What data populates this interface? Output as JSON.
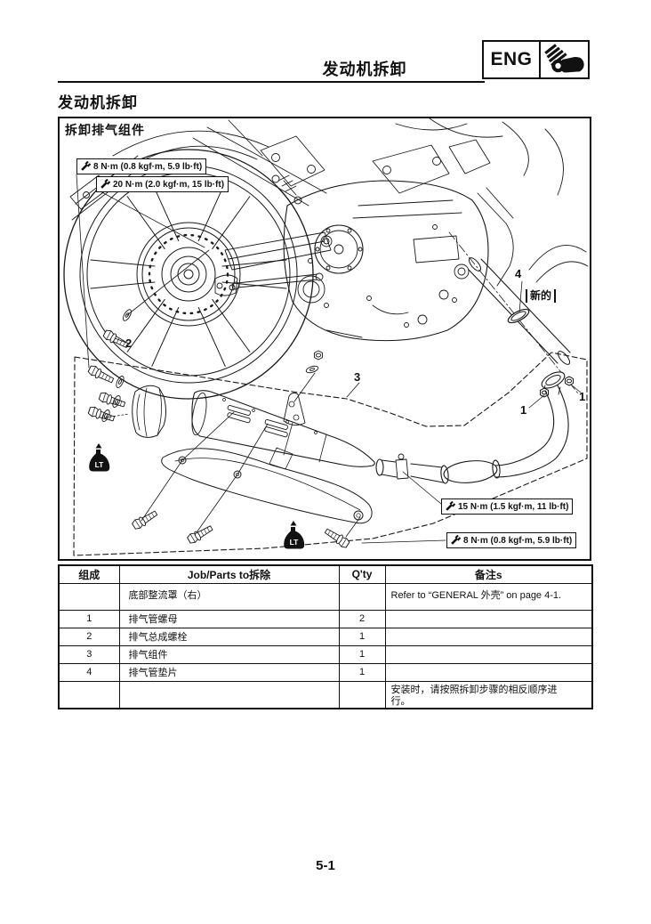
{
  "header": {
    "title": "发动机拆卸",
    "lang_code": "ENG"
  },
  "section": {
    "title": "发动机拆卸"
  },
  "diagram": {
    "caption": "拆卸排气组件",
    "torques": [
      {
        "text": "8 N·m (0.8 kgf·m, 5.9 lb·ft)"
      },
      {
        "text": "20 N·m (2.0 kgf·m, 15 lb·ft)"
      },
      {
        "text": "15 N·m (1.5 kgf·m, 11 lb·ft)"
      },
      {
        "text": "8 N·m (0.8 kgf·m, 5.9 lb·ft)"
      }
    ],
    "callouts": [
      {
        "n": "2"
      },
      {
        "n": "3"
      },
      {
        "n": "4"
      },
      {
        "n": "1"
      },
      {
        "n": "1"
      }
    ],
    "new_part_label": "新的",
    "threadlock_label": "LT"
  },
  "table": {
    "headers": [
      "组成",
      "Job/Parts to拆除",
      "Q'ty",
      "备注s"
    ],
    "rows": [
      {
        "order": "",
        "job": "底部整流罩（右）",
        "qty": "",
        "remarks": "Refer to “GENERAL 外壳” on page 4-1."
      },
      {
        "order": "1",
        "job": "排气管螺母",
        "qty": "2",
        "remarks": ""
      },
      {
        "order": "2",
        "job": "排气总成螺栓",
        "qty": "1",
        "remarks": ""
      },
      {
        "order": "3",
        "job": "排气组件",
        "qty": "1",
        "remarks": ""
      },
      {
        "order": "4",
        "job": "排气管垫片",
        "qty": "1",
        "remarks": ""
      },
      {
        "order": "",
        "job": "",
        "qty": "",
        "remarks": "安装时，请按照拆卸步骤的相反顺序进行。"
      }
    ]
  },
  "footer": {
    "page_number": "5-1"
  }
}
